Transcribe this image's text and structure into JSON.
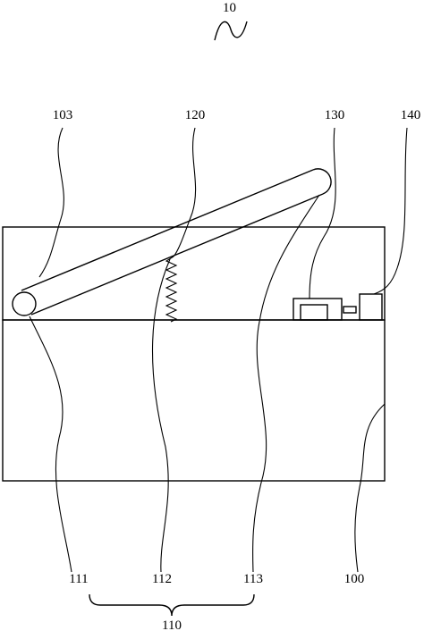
{
  "figure": {
    "assembly_label": "10",
    "labels": {
      "l103": "103",
      "l120": "120",
      "l130": "130",
      "l140": "140",
      "l111": "111",
      "l112": "112",
      "l113": "113",
      "l100": "100",
      "l110": "110"
    },
    "colors": {
      "line": "#000000",
      "background": "#ffffff"
    }
  }
}
